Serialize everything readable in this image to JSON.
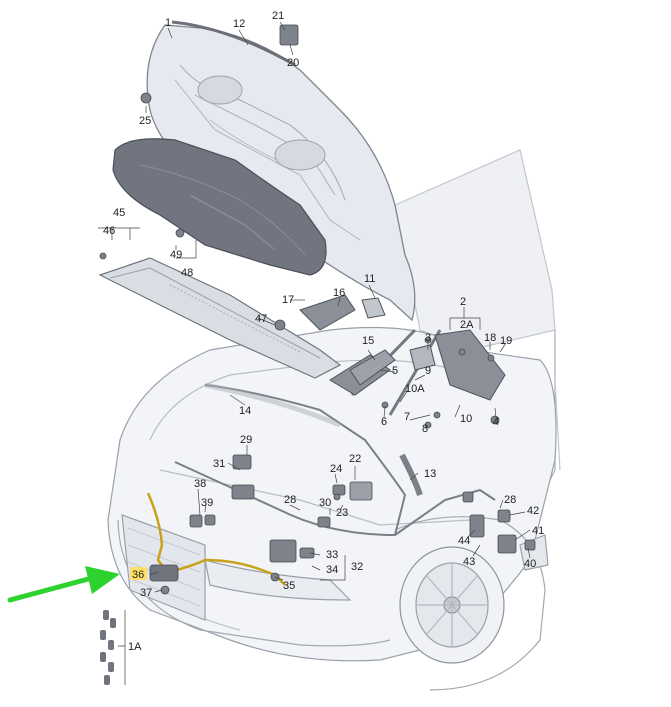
{
  "labels": {
    "l1": "1",
    "l12": "12",
    "l21": "21",
    "l20": "20",
    "l25": "25",
    "l45": "45",
    "l46": "46",
    "l49": "49",
    "l48": "48",
    "l11": "11",
    "l17": "17",
    "l16": "16",
    "l47": "47",
    "l2": "2",
    "l2A": "2A",
    "l3": "3",
    "l18": "18",
    "l19": "19",
    "l15": "15",
    "l5": "5",
    "l9": "9",
    "l10A": "10A",
    "l7": "7",
    "l10": "10",
    "l6": "6",
    "l4": "4",
    "l8": "8",
    "l14": "14",
    "l29": "29",
    "l31": "31",
    "l22": "22",
    "l24": "24",
    "l13": "13",
    "l38": "38",
    "l39": "39",
    "l28a": "28",
    "l30": "30",
    "l23": "23",
    "l28b": "28",
    "l42": "42",
    "l41": "41",
    "l44": "44",
    "l43": "43",
    "l40": "40",
    "l33": "33",
    "l34": "34",
    "l32": "32",
    "l35": "35",
    "l36": "36",
    "l37": "37",
    "l1A": "1A"
  },
  "colors": {
    "highlight": "#ffe066",
    "cable": "#c9a21a",
    "arrow": "#2ed12e",
    "part_light": "#dfe4ec",
    "part_dark": "#7a7f88",
    "line": "#6b7079"
  }
}
